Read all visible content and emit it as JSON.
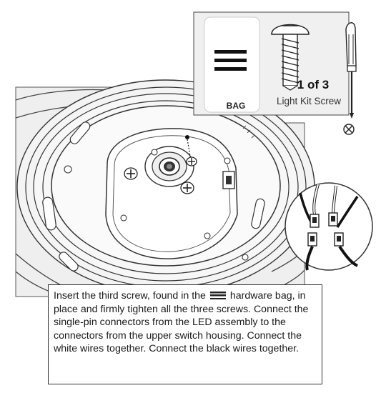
{
  "inset": {
    "bag_label": "BAG",
    "count": "1 of 3",
    "screw_label": "Light Kit Screw"
  },
  "instruction": {
    "part1": "Insert the third screw, found in the",
    "part2": "hardware bag, in place and firmly tighten all the three screws. Connect the single-pin connectors from the LED assembly to the connectors from the upper switch housing. Connect the white wires together. Connect the black wires together."
  },
  "icons": [
    "hardware-bag-icon",
    "screw-icon",
    "screwdriver-icon",
    "phillips-screw-head-icon",
    "wire-connector-icon"
  ]
}
